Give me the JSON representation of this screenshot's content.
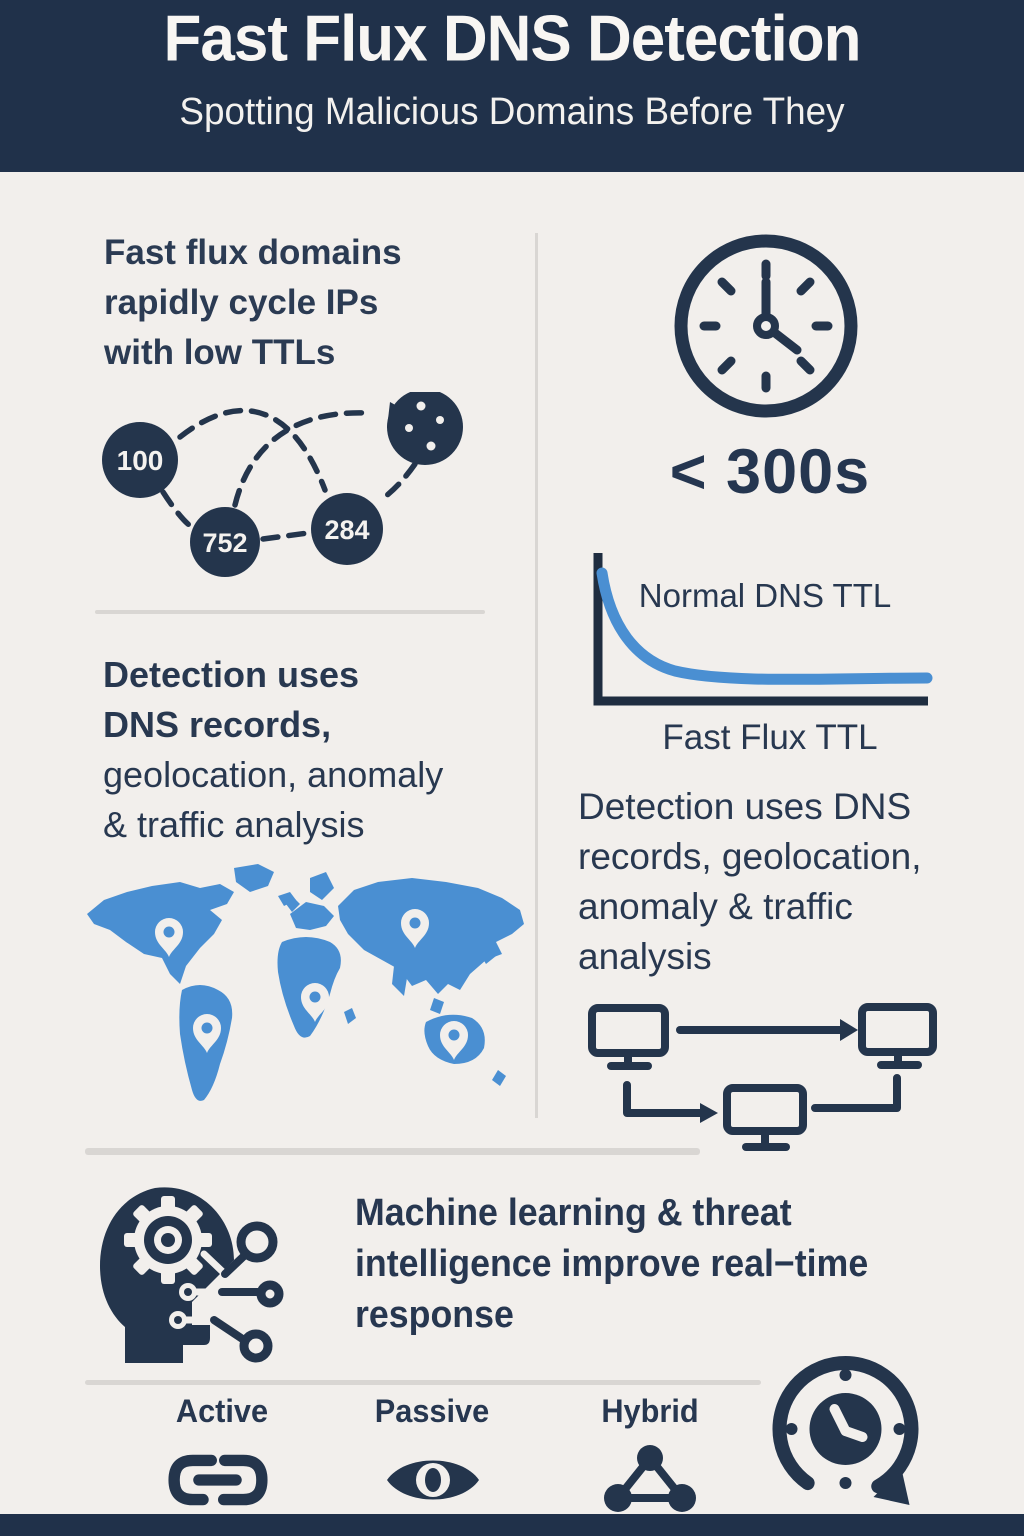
{
  "header": {
    "title": "Fast Flux DNS Detection",
    "subtitle": "Spotting Malicious Domains Before They"
  },
  "left_column": {
    "intro_lines": [
      "Fast flux domains",
      "rapidly cycle IPs",
      "with low TTLs"
    ],
    "ip_cycle_nodes": [
      "100",
      "752",
      "284"
    ],
    "detection_lines": [
      "Detection uses",
      "DNS records,",
      "geolocation, anomaly",
      "& traffic analysis"
    ]
  },
  "right_column": {
    "ttl_threshold": "< 300s",
    "detection_lines": [
      "Detection uses DNS",
      "records, geolocation,",
      "anomaly & traffic",
      "analysis"
    ]
  },
  "chart_data": {
    "type": "line",
    "title": "",
    "top_label": "Normal DNS TTL",
    "xlabel": "Fast Flux TTL",
    "description": "TTL value decays steeply then flattens near zero",
    "x": [
      0,
      0.1,
      0.25,
      0.5,
      0.75,
      1
    ],
    "y": [
      1,
      0.45,
      0.2,
      0.1,
      0.08,
      0.07
    ],
    "line_color": "#4a8fd2",
    "grid": false
  },
  "ml_section": {
    "lines": [
      "Machine learning & threat",
      "intelligence improve real−time",
      "response"
    ]
  },
  "footer": {
    "items": [
      {
        "label": "Active",
        "icon": "link-icon"
      },
      {
        "label": "Passive",
        "icon": "eye-icon"
      },
      {
        "label": "Hybrid",
        "icon": "network-nodes-icon"
      }
    ],
    "history_icon": "refresh-clock-icon"
  },
  "colors": {
    "header_bg": "#20314a",
    "body_bg": "#f2efec",
    "navy": "#24354c",
    "blue": "#4a8fd2",
    "divider": "#d9d6d3",
    "white_text": "#f8f6f3"
  }
}
